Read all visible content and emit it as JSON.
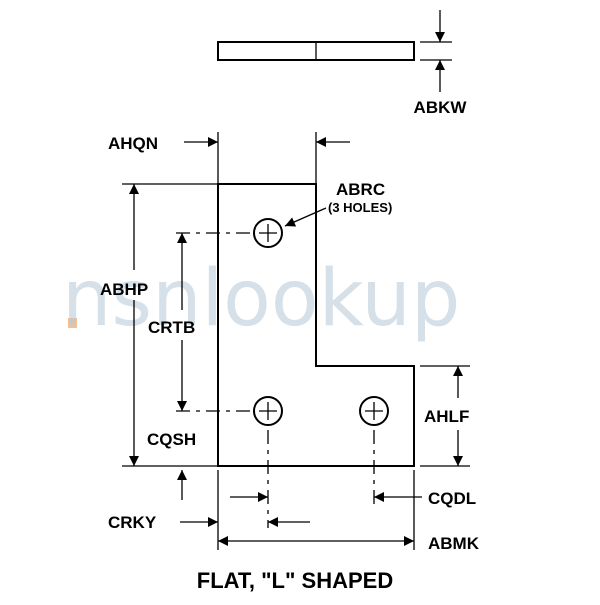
{
  "diagram": {
    "title": "FLAT, \"L\" SHAPED",
    "watermark": "nsnlookup",
    "labels": {
      "abkw": "ABKW",
      "ahqn": "AHQN",
      "abrc": "ABRC",
      "abrc_note": "(3 HOLES)",
      "abhp": "ABHP",
      "crtb": "CRTB",
      "cqsh": "CQSH",
      "ahlf": "AHLF",
      "cqdl": "CQDL",
      "crky": "CRKY",
      "abmk": "ABMK"
    },
    "colors": {
      "line": "#000000",
      "watermark": "#b3c6d6",
      "watermark_dot": "#f2a56b"
    }
  }
}
